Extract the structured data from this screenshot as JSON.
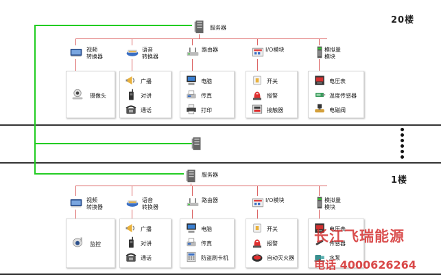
{
  "colors": {
    "green_line": "#22cc22",
    "red_line": "#dc6464",
    "divider": "#333333"
  },
  "floors": [
    {
      "label": "20楼",
      "server_label": "服务器",
      "devices": [
        {
          "label_lines": [
            "视频",
            "转换器"
          ],
          "icon": "video-converter-icon",
          "items": [
            {
              "icon": "camera-icon",
              "label": "摄像头"
            }
          ]
        },
        {
          "label_lines": [
            "语音",
            "转换器"
          ],
          "icon": "voice-converter-icon",
          "items": [
            {
              "icon": "broadcast-icon",
              "label": "广播"
            },
            {
              "icon": "walkie-talkie-icon",
              "label": "对讲"
            },
            {
              "icon": "phone-icon",
              "label": "通话"
            }
          ]
        },
        {
          "label_lines": [
            "路由器"
          ],
          "icon": "router-icon",
          "items": [
            {
              "icon": "computer-icon",
              "label": "电脑"
            },
            {
              "icon": "fax-icon",
              "label": "传真"
            },
            {
              "icon": "printer-icon",
              "label": "打印"
            }
          ]
        },
        {
          "label_lines": [
            "I/O模块"
          ],
          "icon": "io-module-icon",
          "items": [
            {
              "icon": "switch-icon",
              "label": "开关"
            },
            {
              "icon": "alarm-icon",
              "label": "报警"
            },
            {
              "icon": "contactor-icon",
              "label": "接触器"
            }
          ]
        },
        {
          "label_lines": [
            "模拟量",
            "模块"
          ],
          "icon": "analog-module-icon",
          "items": [
            {
              "icon": "voltmeter-icon",
              "label": "电压表"
            },
            {
              "icon": "temperature-sensor-icon",
              "label": "温度传感器"
            },
            {
              "icon": "solenoid-valve-icon",
              "label": "电磁阀"
            }
          ]
        }
      ]
    },
    {
      "label": "1楼",
      "server_label": "服务器",
      "devices": [
        {
          "label_lines": [
            "视频",
            "转换器"
          ],
          "icon": "video-converter-icon",
          "items": [
            {
              "icon": "dome-camera-icon",
              "label": "监控"
            }
          ]
        },
        {
          "label_lines": [
            "语音",
            "转换器"
          ],
          "icon": "voice-converter-icon",
          "items": [
            {
              "icon": "broadcast-icon",
              "label": "广播"
            },
            {
              "icon": "walkie-talkie-icon",
              "label": "对讲"
            },
            {
              "icon": "phone-icon",
              "label": "通话"
            }
          ]
        },
        {
          "label_lines": [
            "路由器"
          ],
          "icon": "router-icon",
          "items": [
            {
              "icon": "computer-icon",
              "label": "电脑"
            },
            {
              "icon": "fax-icon",
              "label": "传真"
            },
            {
              "icon": "card-reader-icon",
              "label": "防盗刷卡机"
            }
          ]
        },
        {
          "label_lines": [
            "I/O模块"
          ],
          "icon": "io-module-icon",
          "items": [
            {
              "icon": "switch-icon",
              "label": "开关"
            },
            {
              "icon": "alarm-icon",
              "label": "报警"
            },
            {
              "icon": "fire-extinguisher-icon",
              "label": "自动灭火器"
            }
          ]
        },
        {
          "label_lines": [
            "模拟量",
            "模块"
          ],
          "icon": "analog-module-icon",
          "items": [
            {
              "icon": "voltmeter-icon",
              "label": "电压表"
            },
            {
              "icon": "pen-sensor-icon",
              "label": "传感器"
            },
            {
              "icon": "water-pump-icon",
              "label": "水泵"
            }
          ]
        }
      ]
    }
  ],
  "watermark": {
    "company": "长江飞瑞能源",
    "phone": "电话 4000626264"
  }
}
